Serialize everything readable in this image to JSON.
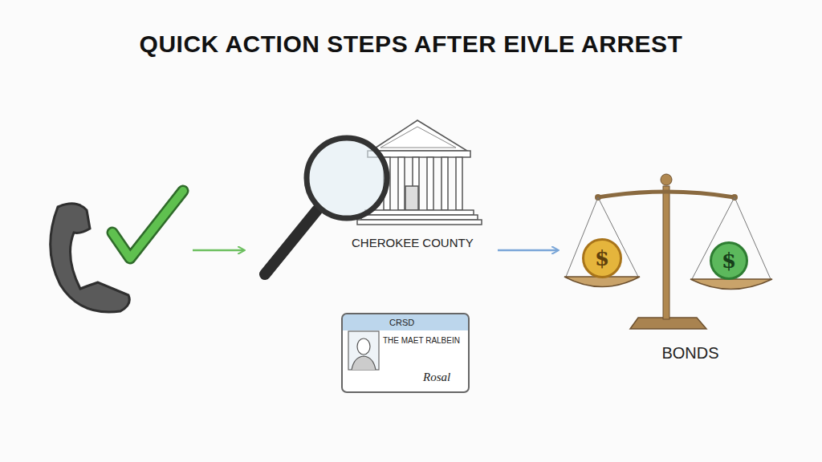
{
  "diagram": {
    "title": "QUICK ACTION STEPS AFTER EIVLE ARREST",
    "nodes": [
      {
        "text": [
          "CHEROKEE COUNTY"
        ]
      },
      {
        "text": [
          "CRSD",
          "THE MAET RALBEIN",
          "Rosal"
        ]
      },
      {
        "text": [
          "BONDS"
        ]
      },
      {
        "text": [
          "$"
        ],
        "in": 2
      },
      {
        "text": [
          "$"
        ],
        "in": 2
      }
    ],
    "edges": [
      {
        "from": 0,
        "to": 2,
        "arrow": "to"
      }
    ]
  }
}
